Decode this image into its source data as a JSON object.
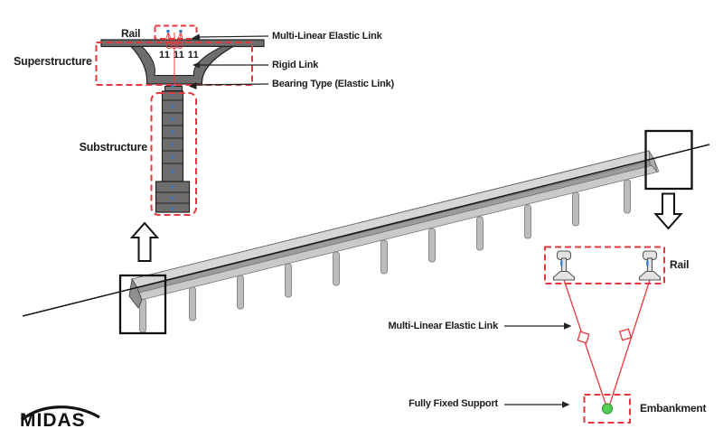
{
  "colors": {
    "accent_red": "#e5383e",
    "node_blue": "#2e7bd0",
    "support_green": "#57cf57",
    "section_gray": "#6e6e6e",
    "deck_gray": "#d6d6d6",
    "pier_gray": "#bcbcbc"
  },
  "section_detail": {
    "rail_label": "Rail",
    "superstructure_label": "Superstructure",
    "substructure_label": "Substructure",
    "girder_nodes_text": "11 11 11",
    "callouts": [
      {
        "label": "Multi-Linear Elastic Link"
      },
      {
        "label": "Rigid Link"
      },
      {
        "label": "Bearing Type (Elastic Link)"
      }
    ]
  },
  "embankment_detail": {
    "rail_label": "Rail",
    "embankment_label": "Embankment",
    "callouts": [
      {
        "label": "Multi-Linear Elastic Link"
      },
      {
        "label": "Fully Fixed Support"
      }
    ]
  },
  "logo_text": "MIDAS"
}
